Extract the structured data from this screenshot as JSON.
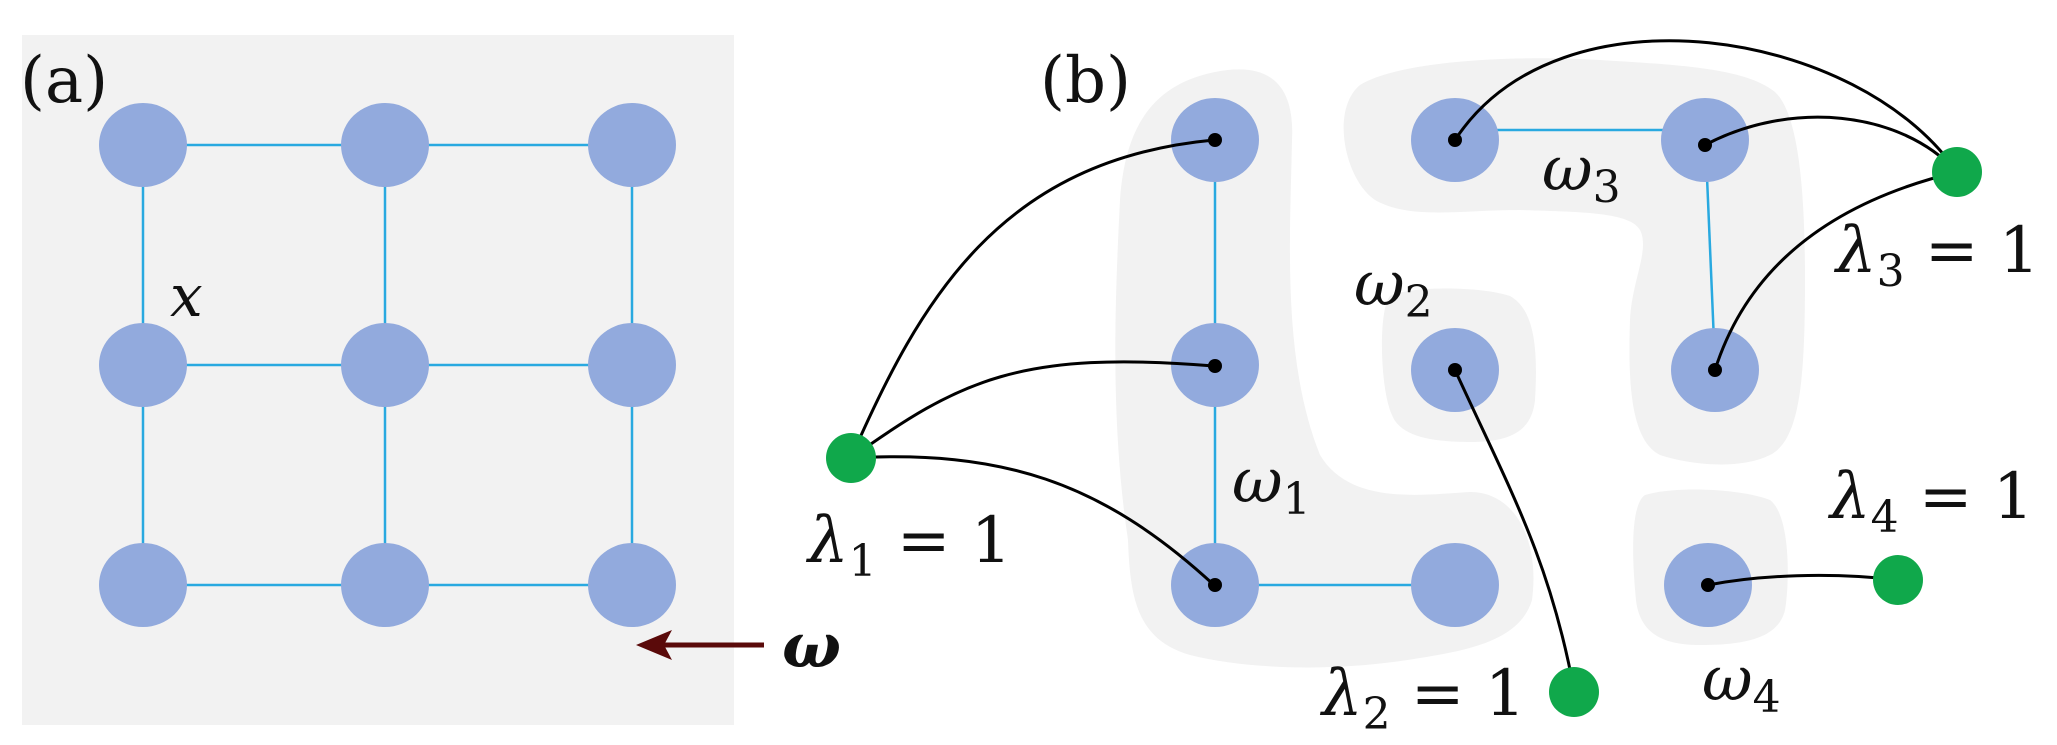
{
  "panel_a": {
    "label": "(a)",
    "site_label": "x",
    "boundary_label": "ω",
    "arrow_color": "#5a0a0a"
  },
  "panel_b": {
    "label": "(b)",
    "regions": [
      {
        "name": "ω",
        "sub": "1"
      },
      {
        "name": "ω",
        "sub": "2"
      },
      {
        "name": "ω",
        "sub": "3"
      },
      {
        "name": "ω",
        "sub": "4"
      }
    ],
    "multipliers": [
      {
        "name": "λ",
        "sub": "1",
        "rhs": " = 1"
      },
      {
        "name": "λ",
        "sub": "2",
        "rhs": " = 1"
      },
      {
        "name": "λ",
        "sub": "3",
        "rhs": " = 1"
      },
      {
        "name": "λ",
        "sub": "4",
        "rhs": " = 1"
      }
    ]
  },
  "colors": {
    "node": "#92aadd",
    "edge": "#29a9e0",
    "green": "#10a84b",
    "region": "#f2f2f2"
  }
}
